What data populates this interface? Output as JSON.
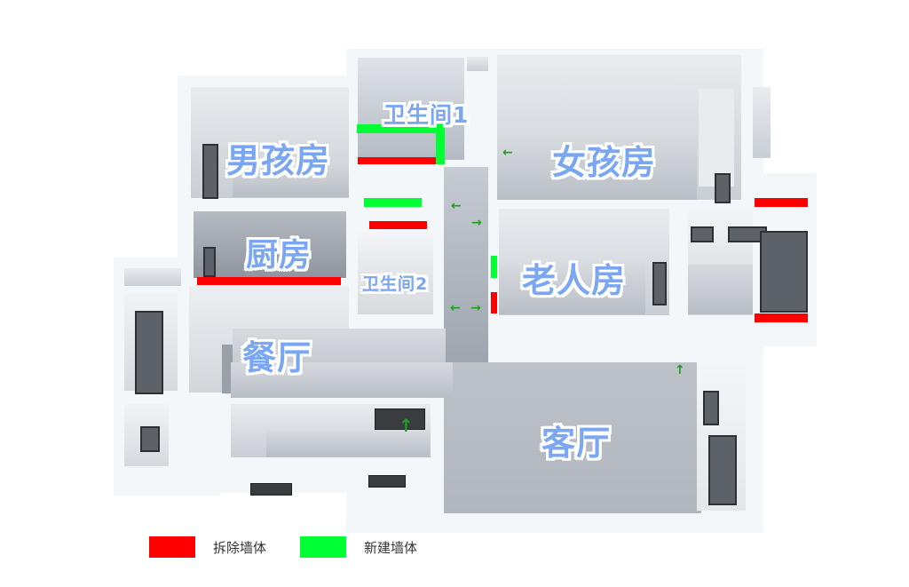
{
  "colors": {
    "demolish": "#ff0000",
    "new_wall": "#00ff33",
    "label": "#7aa6f2",
    "arrow": "#1e9e1e"
  },
  "rooms": {
    "boy_room": "男孩房",
    "bathroom_1": "卫生间1",
    "girl_room": "女孩房",
    "kitchen": "厨房",
    "bathroom_2": "卫生间2",
    "elder_room": "老人房",
    "dining": "餐厅",
    "living": "客厅"
  },
  "legend": {
    "items": [
      {
        "label": "拆除墙体",
        "color": "#ff0000"
      },
      {
        "label": "新建墙体",
        "color": "#00ff33"
      }
    ]
  },
  "icons": {
    "arrow_left": "←",
    "arrow_right": "→",
    "arrow_up": "↑"
  }
}
